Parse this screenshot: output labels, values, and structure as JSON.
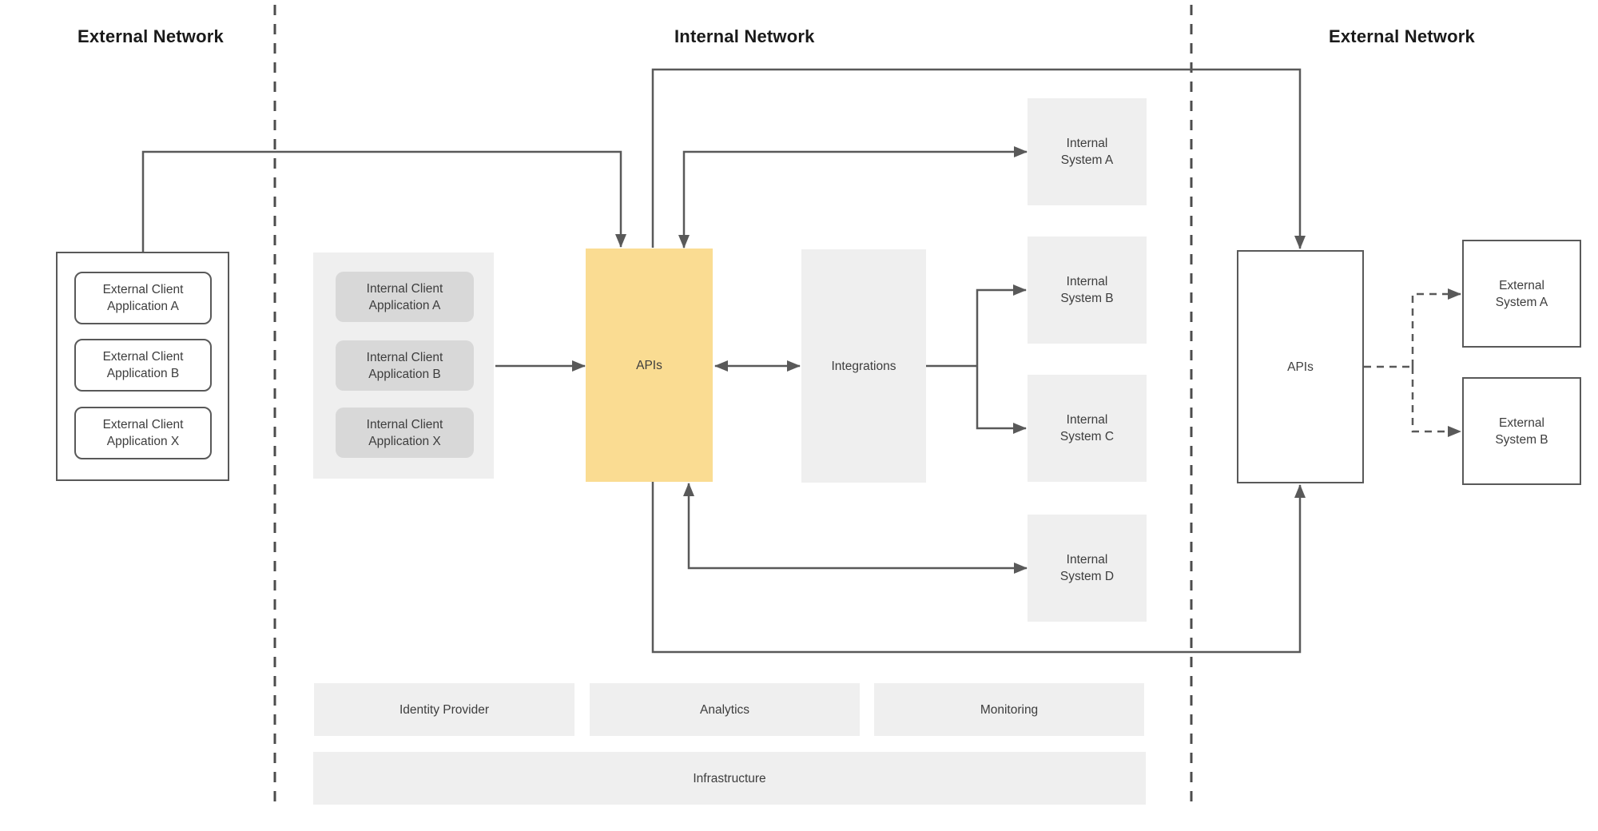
{
  "zones": {
    "external_left": "External Network",
    "internal": "Internal Network",
    "external_right": "External Network"
  },
  "external_client_group": {
    "items": [
      {
        "label": "External Client\nApplication A"
      },
      {
        "label": "External Client\nApplication B"
      },
      {
        "label": "External Client\nApplication X"
      }
    ]
  },
  "internal_client_group": {
    "items": [
      {
        "label": "Internal Client\nApplication A"
      },
      {
        "label": "Internal Client\nApplication B"
      },
      {
        "label": "Internal Client\nApplication X"
      }
    ]
  },
  "core": {
    "apis_label": "APIs",
    "integrations_label": "Integrations"
  },
  "internal_systems": [
    {
      "label": "Internal\nSystem A"
    },
    {
      "label": "Internal\nSystem B"
    },
    {
      "label": "Internal\nSystem C"
    },
    {
      "label": "Internal\nSystem D"
    }
  ],
  "external_gateway": {
    "apis_label": "APIs"
  },
  "external_systems": [
    {
      "label": "External\nSystem A"
    },
    {
      "label": "External\nSystem B"
    }
  ],
  "platform_services": [
    {
      "label": "Identity Provider"
    },
    {
      "label": "Analytics"
    },
    {
      "label": "Monitoring"
    }
  ],
  "infrastructure": {
    "label": "Infrastructure"
  },
  "colors": {
    "apis_highlight": "#fadc92",
    "panel_gray": "#efefef",
    "chip_gray": "#d8d8d8",
    "connector": "#595959",
    "boundary_dash": "#4c4c4c"
  }
}
